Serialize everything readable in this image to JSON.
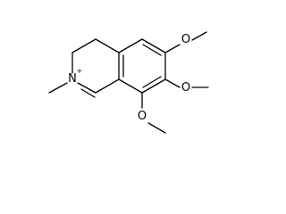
{
  "molecule": {
    "atoms": {
      "n": "N",
      "n_charge": "+",
      "o6": "O",
      "o7": "O",
      "o8": "O"
    }
  }
}
